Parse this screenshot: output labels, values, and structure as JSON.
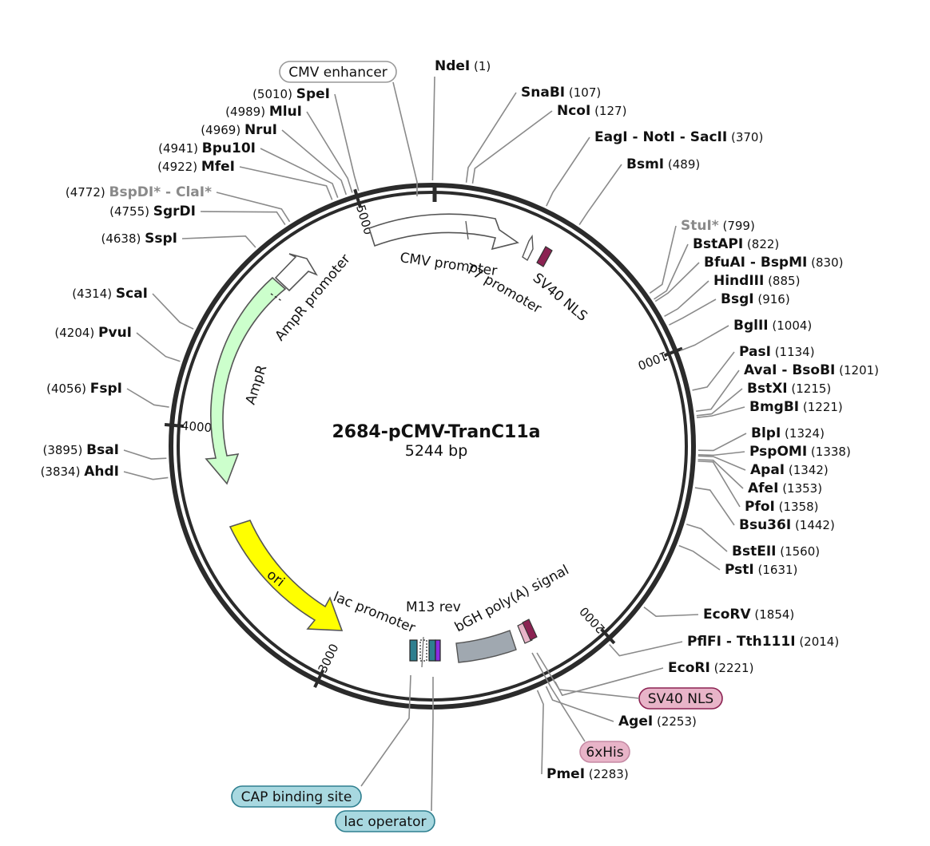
{
  "plasmid": {
    "name": "2684-pCMV-TranC11a",
    "length_label": "5244 bp",
    "length": 5244
  },
  "ticks": [
    {
      "label": "1000",
      "bp": 1000
    },
    {
      "label": "2000",
      "bp": 2000
    },
    {
      "label": "3000",
      "bp": 3000
    },
    {
      "label": "4000",
      "bp": 4000
    },
    {
      "label": "5000",
      "bp": 5000
    }
  ],
  "sites_right": [
    {
      "names": [
        "NdeI"
      ],
      "pos": "(1)",
      "bp": 1
    },
    {
      "names": [
        "SnaBI"
      ],
      "pos": "(107)",
      "bp": 107
    },
    {
      "names": [
        "NcoI"
      ],
      "pos": "(127)",
      "bp": 127
    },
    {
      "names": [
        "EagI",
        "NotI",
        "SacII"
      ],
      "pos": "(370)",
      "bp": 370
    },
    {
      "names": [
        "BsmI"
      ],
      "pos": "(489)",
      "bp": 489
    },
    {
      "names": [
        "StuI*"
      ],
      "pos": "(799)",
      "bp": 799,
      "grey": true
    },
    {
      "names": [
        "BstAPI"
      ],
      "pos": "(822)",
      "bp": 822
    },
    {
      "names": [
        "BfuAI",
        "BspMI"
      ],
      "pos": "(830)",
      "bp": 830
    },
    {
      "names": [
        "HindIII"
      ],
      "pos": "(885)",
      "bp": 885
    },
    {
      "names": [
        "BsgI"
      ],
      "pos": "(916)",
      "bp": 916
    },
    {
      "names": [
        "BglII"
      ],
      "pos": "(1004)",
      "bp": 1004
    },
    {
      "names": [
        "PasI"
      ],
      "pos": "(1134)",
      "bp": 1134
    },
    {
      "names": [
        "AvaI",
        "BsoBI"
      ],
      "pos": "(1201)",
      "bp": 1201
    },
    {
      "names": [
        "BstXI"
      ],
      "pos": "(1215)",
      "bp": 1215
    },
    {
      "names": [
        "BmgBI"
      ],
      "pos": "(1221)",
      "bp": 1221
    },
    {
      "names": [
        "BlpI"
      ],
      "pos": "(1324)",
      "bp": 1324
    },
    {
      "names": [
        "PspOMI"
      ],
      "pos": "(1338)",
      "bp": 1338
    },
    {
      "names": [
        "ApaI"
      ],
      "pos": "(1342)",
      "bp": 1342
    },
    {
      "names": [
        "AfeI"
      ],
      "pos": "(1353)",
      "bp": 1353
    },
    {
      "names": [
        "PfoI"
      ],
      "pos": "(1358)",
      "bp": 1358
    },
    {
      "names": [
        "Bsu36I"
      ],
      "pos": "(1442)",
      "bp": 1442
    },
    {
      "names": [
        "BstEII"
      ],
      "pos": "(1560)",
      "bp": 1560
    },
    {
      "names": [
        "PstI"
      ],
      "pos": "(1631)",
      "bp": 1631
    },
    {
      "names": [
        "EcoRV"
      ],
      "pos": "(1854)",
      "bp": 1854
    },
    {
      "names": [
        "PflFI",
        "Tth111I"
      ],
      "pos": "(2014)",
      "bp": 2014
    },
    {
      "names": [
        "EcoRI"
      ],
      "pos": "(2221)",
      "bp": 2221
    },
    {
      "names": [
        "AgeI"
      ],
      "pos": "(2253)",
      "bp": 2253
    },
    {
      "names": [
        "PmeI"
      ],
      "pos": "(2283)",
      "bp": 2283
    }
  ],
  "sites_left": [
    {
      "names": [
        "SpeI"
      ],
      "pos": "(5010)",
      "bp": 5010
    },
    {
      "names": [
        "MluI"
      ],
      "pos": "(4989)",
      "bp": 4989
    },
    {
      "names": [
        "NruI"
      ],
      "pos": "(4969)",
      "bp": 4969
    },
    {
      "names": [
        "Bpu10I"
      ],
      "pos": "(4941)",
      "bp": 4941
    },
    {
      "names": [
        "MfeI"
      ],
      "pos": "(4922)",
      "bp": 4922
    },
    {
      "names": [
        "BspDI*",
        "ClaI*"
      ],
      "pos": "(4772)",
      "bp": 4772,
      "grey": true
    },
    {
      "names": [
        "SgrDI"
      ],
      "pos": "(4755)",
      "bp": 4755
    },
    {
      "names": [
        "SspI"
      ],
      "pos": "(4638)",
      "bp": 4638
    },
    {
      "names": [
        "ScaI"
      ],
      "pos": "(4314)",
      "bp": 4314
    },
    {
      "names": [
        "PvuI"
      ],
      "pos": "(4204)",
      "bp": 4204
    },
    {
      "names": [
        "FspI"
      ],
      "pos": "(4056)",
      "bp": 4056
    },
    {
      "names": [
        "BsaI"
      ],
      "pos": "(3895)",
      "bp": 3895
    },
    {
      "names": [
        "AhdI"
      ],
      "pos": "(3834)",
      "bp": 3834
    }
  ],
  "features": {
    "cmv_enhancer": "CMV enhancer",
    "cmv_promoter": "CMV promoter",
    "t7_promoter": "T7 promoter",
    "sv40_nls_top": "SV40 NLS",
    "ampr_promoter": "AmpR promoter",
    "ampr": "AmpR",
    "ori": "ori",
    "lac_promoter": "lac promoter",
    "m13_rev": "M13 rev",
    "bgh": "bGH poly(A) signal",
    "sv40_nls_pill": "SV40 NLS",
    "his_pill": "6xHis",
    "cap_pill": "CAP binding site",
    "lac_operator_pill": "lac operator"
  },
  "colors": {
    "backbone": "#2b2b2b",
    "cmv_promoter": "#ffffff",
    "ampr": "#ccffcc",
    "ori": "#ffff00",
    "bgh": "#a0a8b0",
    "sv40_nls": "#8b2252",
    "his": "#e8b4c8",
    "cap": "#a8d8e0",
    "lac": "#2f7f8f",
    "m13": "#8a2be2"
  }
}
